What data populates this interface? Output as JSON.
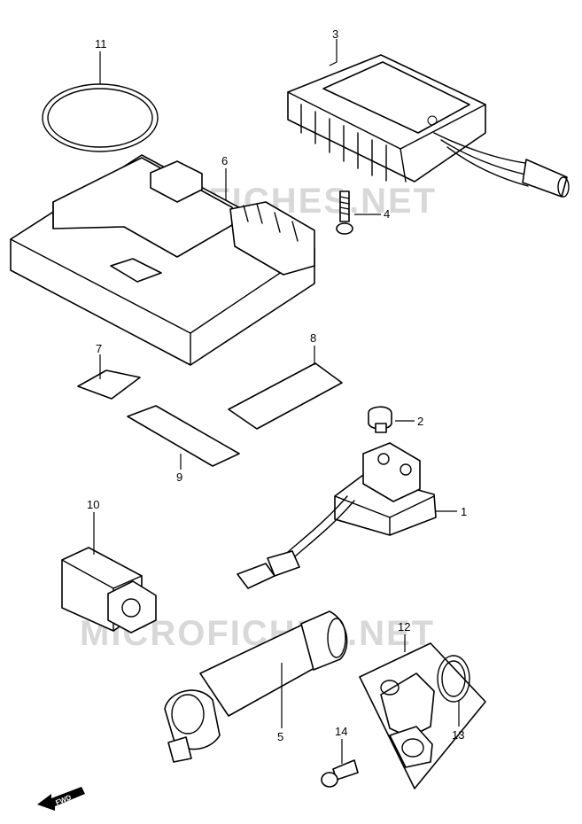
{
  "watermark": "MICROFICHES.NET",
  "fwd_label": "FWD",
  "callouts": [
    "1",
    "2",
    "3",
    "4",
    "5",
    "6",
    "7",
    "8",
    "9",
    "10",
    "11",
    "12",
    "13",
    "14"
  ]
}
